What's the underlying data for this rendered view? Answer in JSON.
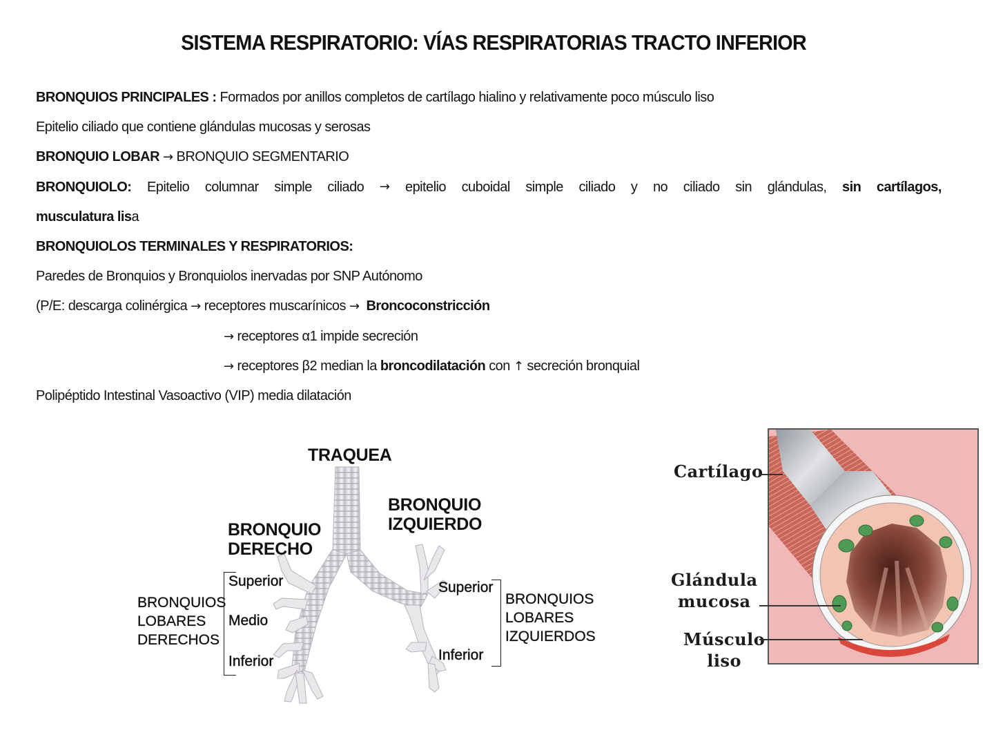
{
  "title": "SISTEMA RESPIRATORIO: VÍAS RESPIRATORIAS TRACTO INFERIOR",
  "lines": {
    "l1": {
      "bold": "BRONQUIOS PRINCIPALES :",
      "text": " Formados por anillos completos de cartílago hialino y relativamente poco músculo liso"
    },
    "l2": {
      "text": "Epitelio ciliado que contiene glándulas mucosas y serosas"
    },
    "l3": {
      "bold": "BRONQUIO LOBAR",
      "arrow": "→",
      "text": " BRONQUIO SEGMENTARIO"
    },
    "l4": {
      "bold": "BRONQUIOLO:",
      "words": [
        "Epitelio",
        "columnar",
        "simple",
        "ciliado",
        "→",
        "epitelio",
        "cuboidal",
        "simple",
        "ciliado",
        "y",
        "no",
        "ciliado",
        "sin",
        "glándulas,"
      ],
      "bold_end": [
        "sin",
        "cartílagos,"
      ]
    },
    "l5": {
      "bold": "musculatura lis",
      "text": "a"
    },
    "l6": {
      "bold": "BRONQUIOLOS TERMINALES Y RESPIRATORIOS:"
    },
    "l7": {
      "text": "Paredes de Bronquios y Bronquiolos inervadas por SNP Autónomo"
    },
    "l8": {
      "text1": "(P/E:  descarga colinérgica ",
      "arrow1": "→",
      "text2": " receptores muscarínicos ",
      "arrow2": "→",
      "bold": "Broncoconstricción"
    },
    "l9": {
      "arrow": "→",
      "text": " receptores α1 impide secreción"
    },
    "l10": {
      "arrow": "→",
      "text1": " receptores β2 median la ",
      "bold": "broncodilatación",
      "text2": " con ",
      "up_arrow": "↑",
      "text3": " secreción bronquial"
    },
    "l11": {
      "text": "Polipéptido Intestinal Vasoactivo (VIP) media dilatación"
    }
  },
  "figure_tree": {
    "trachea_label": "TRAQUEA",
    "right_bronchus_label": [
      "BRONQUIO",
      "DERECHO"
    ],
    "left_bronchus_label": [
      "BRONQUIO",
      "IZQUIERDO"
    ],
    "right_lobar_group": [
      "BRONQUIOS",
      "LOBARES",
      "DERECHOS"
    ],
    "left_lobar_group": [
      "BRONQUIOS",
      "LOBARES",
      "IZQUIERDOS"
    ],
    "right_lobes": [
      "Superior",
      "Medio",
      "Inferior"
    ],
    "left_lobes": [
      "Superior",
      "Inferior"
    ]
  },
  "figure_section": {
    "labels": {
      "cartilage": "Cartílago",
      "gland": [
        "Glándula",
        "mucosa"
      ],
      "muscle": [
        "Músculo",
        "liso"
      ]
    },
    "colors": {
      "background": "#f0b8b8",
      "cartilage_ring": "#b9c3c8",
      "muscle_band": "#c45a4e",
      "gland": "#4f9a55",
      "lumen": "#7a3a2c"
    }
  }
}
